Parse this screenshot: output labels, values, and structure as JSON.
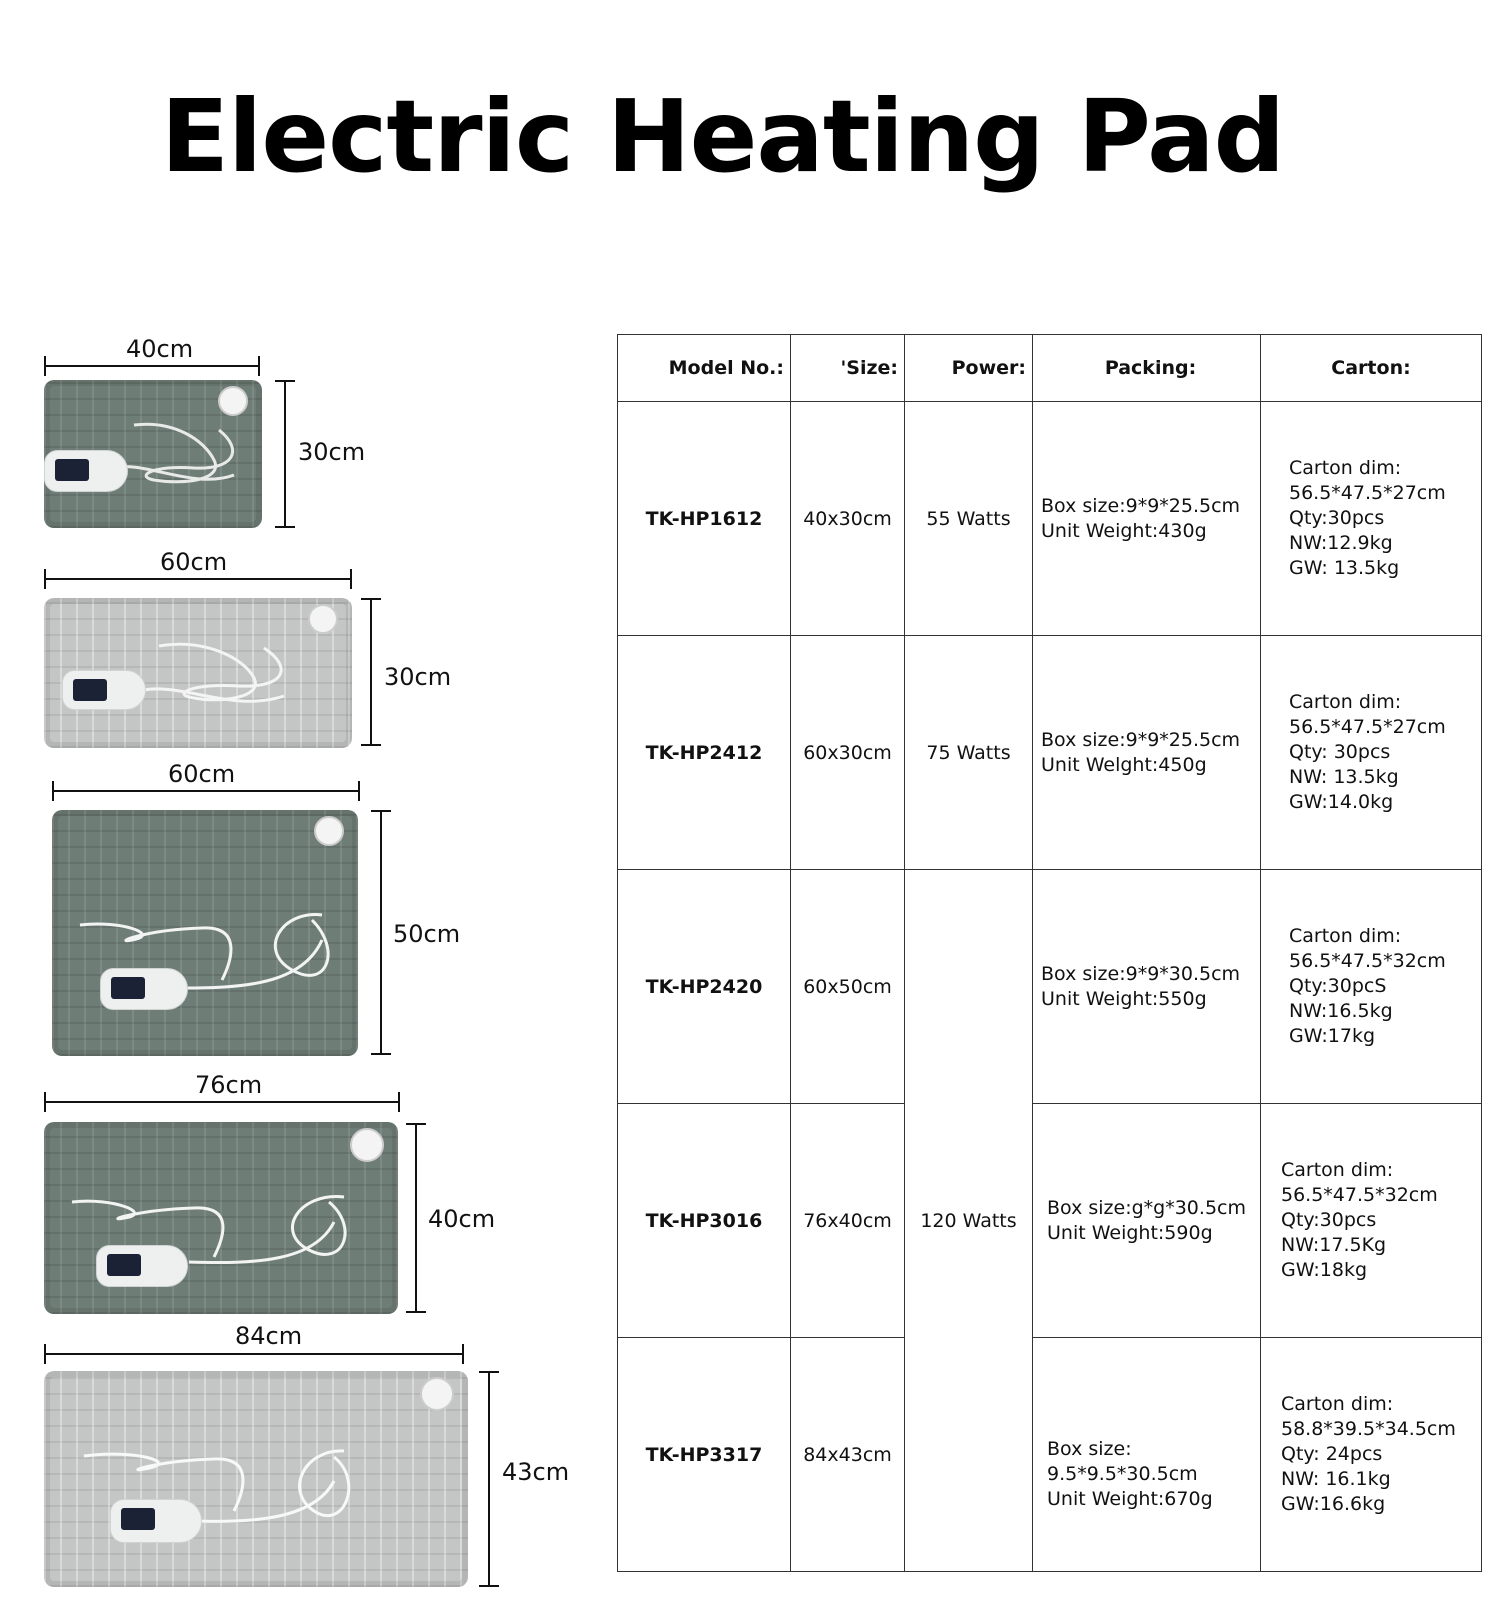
{
  "title": "Electric Heating Pad",
  "pads": [
    {
      "width": "40cm",
      "height": "30cm"
    },
    {
      "width": "60cm",
      "height": "30cm"
    },
    {
      "width": "60cm",
      "height": "50cm"
    },
    {
      "width": "76cm",
      "height": "40cm"
    },
    {
      "width": "84cm",
      "height": "43cm"
    }
  ],
  "table": {
    "headers": {
      "model": "Model No.:",
      "size": "'Size:",
      "power": "Power:",
      "packing": "Packing:",
      "carton": "Carton:"
    },
    "rows": [
      {
        "model": "TK-HP1612",
        "size": "40x30cm",
        "power": "55 Watts",
        "packing": "Box size:9*9*25.5cm\nUnit Weight:430g",
        "carton": "Carton dim:\n56.5*47.5*27cm\nQty:30pcs\nNW:12.9kg\nGW: 13.5kg"
      },
      {
        "model": "TK-HP2412",
        "size": "60x30cm",
        "power": "75 Watts",
        "packing": "Box size:9*9*25.5cm\nUnit Welght:450g",
        "carton": "Carton dim:\n56.5*47.5*27cm\nQty: 30pcs\nNW: 13.5kg\nGW:14.0kg"
      },
      {
        "model": "TK-HP2420",
        "size": "60x50cm",
        "packing": "Box size:9*9*30.5cm\nUnit Weight:550g",
        "carton": "Carton dim:\n56.5*47.5*32cm\nQty:30pcS\nNW:16.5kg\nGW:17kg"
      },
      {
        "model": "TK-HP3016",
        "size": "76x40cm",
        "packing": "Box size:g*g*30.5cm\nUnit Weight:590g",
        "carton": "Carton dim:\n56.5*47.5*32cm\nQty:30pcs\nNW:17.5Kg\nGW:18kg"
      },
      {
        "model": "TK-HP3317",
        "size": "84x43cm",
        "packing": "Box size:\n9.5*9.5*30.5cm\nUnit Weight:670g",
        "carton": "Carton dim:\n58.8*39.5*34.5cm\nQty: 24pcs\nNW: 16.1kg\nGW:16.6kg"
      }
    ],
    "merged_power": "120 Watts"
  },
  "colors": {
    "pad_green": "#6f7d77",
    "pad_grey": "#c4c6c5"
  }
}
